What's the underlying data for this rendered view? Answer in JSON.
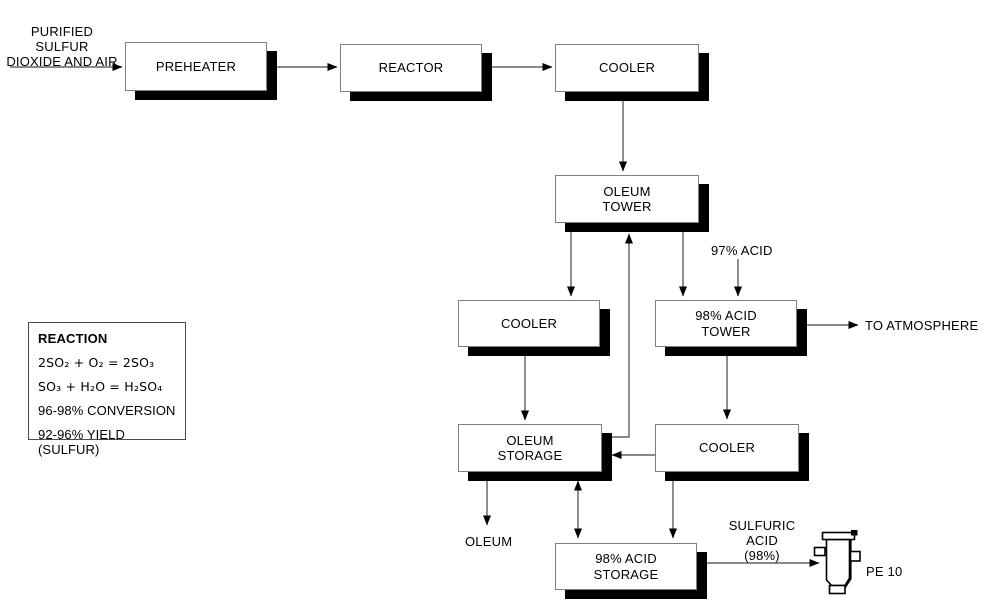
{
  "nodes": {
    "preheater": "PREHEATER",
    "reactor": "REACTOR",
    "cooler_top": "COOLER",
    "oleum_tower": "OLEUM\nTOWER",
    "cooler_mid": "COOLER",
    "acid_tower": "98% ACID\nTOWER",
    "oleum_storage": "OLEUM\nSTORAGE",
    "cooler_bottom": "COOLER",
    "acid_storage": "98% ACID\nSTORAGE"
  },
  "labels": {
    "feed": "PURIFIED SULFUR\nDIOXIDE AND AIR",
    "acid97": "97% ACID",
    "to_atmosphere": "TO ATMOSPHERE",
    "oleum_out": "OLEUM",
    "sulfuric_acid": "SULFURIC\nACID (98%)",
    "pe10": "PE 10"
  },
  "reaction_box": {
    "title": "REACTION",
    "lines": [
      "2SO₂ + O₂ = 2SO₃",
      "SO₃ + H₂O = H₂SO₄",
      "96-98% CONVERSION",
      "92-96% YIELD (SULFUR)"
    ]
  },
  "edges": [
    {
      "from": "feed",
      "to": "preheater"
    },
    {
      "from": "preheater",
      "to": "reactor"
    },
    {
      "from": "reactor",
      "to": "cooler_top"
    },
    {
      "from": "cooler_top",
      "to": "oleum_tower"
    },
    {
      "from": "oleum_tower",
      "to": "cooler_mid"
    },
    {
      "from": "oleum_tower",
      "to": "acid_tower"
    },
    {
      "from": "acid97_feed",
      "to": "acid_tower"
    },
    {
      "from": "acid_tower",
      "to": "to_atmosphere"
    },
    {
      "from": "acid_tower",
      "to": "cooler_bottom"
    },
    {
      "from": "cooler_mid",
      "to": "oleum_storage"
    },
    {
      "from": "cooler_bottom",
      "to": "oleum_storage"
    },
    {
      "from": "cooler_bottom",
      "to": "acid_storage"
    },
    {
      "from": "oleum_storage",
      "to": "oleum_tower",
      "note": "recycle"
    },
    {
      "from": "oleum_storage",
      "to": "oleum_out"
    },
    {
      "from": "oleum_storage",
      "to": "acid_storage",
      "bidirectional": true
    },
    {
      "from": "acid_storage",
      "to": "pe10_container",
      "label": "SULFURIC ACID (98%)"
    }
  ],
  "colors": {
    "line": "#444444",
    "box_border": "#7f7f7f",
    "shadow": "#000000",
    "background": "#ffffff",
    "text": "#000000"
  }
}
